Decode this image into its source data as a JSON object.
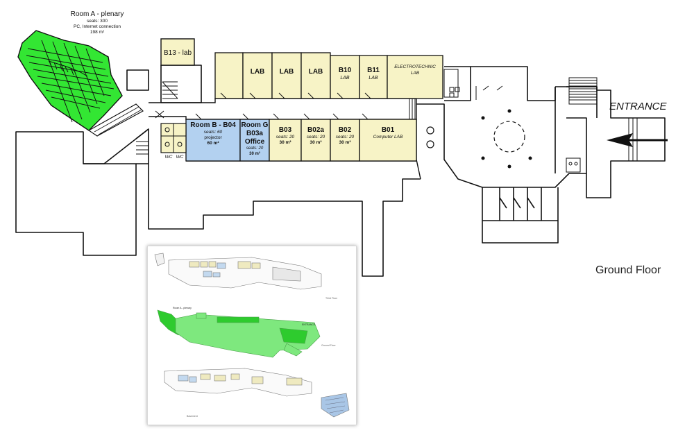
{
  "map": {
    "floor_title": "Ground Floor",
    "entrance_label": "ENTRANCE",
    "room_a": {
      "name": "Room A - plenary",
      "seats": "seats: 300",
      "equipment": "PC, Internet connection",
      "area": "198 m²"
    },
    "b13": {
      "name": "B13 - lab"
    },
    "labs": [
      {
        "name": "LAB",
        "sub": ""
      },
      {
        "name": "LAB",
        "sub": ""
      },
      {
        "name": "LAB",
        "sub": ""
      },
      {
        "name": "B10",
        "sub": "LAB"
      },
      {
        "name": "B11",
        "sub": "LAB"
      }
    ],
    "electrotechnic": {
      "line1": "ELECTROTECHNIC",
      "line2": "LAB"
    },
    "room_b": {
      "name": "Room B - B04",
      "seats": "seats: 60",
      "equipment": "projector",
      "area": "60 m²"
    },
    "room_g": {
      "name": "Room G",
      "code": "B03a",
      "sub": "Office",
      "seats": "seats: 20",
      "area": "30 m²"
    },
    "b03": {
      "name": "B03",
      "seats": "seats: 20",
      "area": "30 m²"
    },
    "b02a": {
      "name": "B02a",
      "seats": "seats: 20",
      "area": "30 m²"
    },
    "b02": {
      "name": "B02",
      "seats": "seats: 20",
      "area": "30 m²"
    },
    "b01": {
      "name": "B01",
      "sub": "Computer LAB"
    },
    "wc": [
      "WC",
      "WC"
    ],
    "colors": {
      "plenary": "#33e633",
      "room_b": "#b3d1f0",
      "rooms": "#f7f3c6",
      "walls": "#111111"
    }
  },
  "thumbnail": {
    "labels": {
      "first": "Third Floor",
      "ground": "Ground Floor",
      "basement": "Basement",
      "entrance": "ENTRANCE",
      "room_a": "Room A - plenary"
    },
    "colors": {
      "ground": "#7ee87e",
      "ground_dark": "#2ecb2e",
      "room_yellow": "#efeac0",
      "room_blue": "#c3d9ef",
      "basement_blue": "#a9c6e6"
    }
  }
}
